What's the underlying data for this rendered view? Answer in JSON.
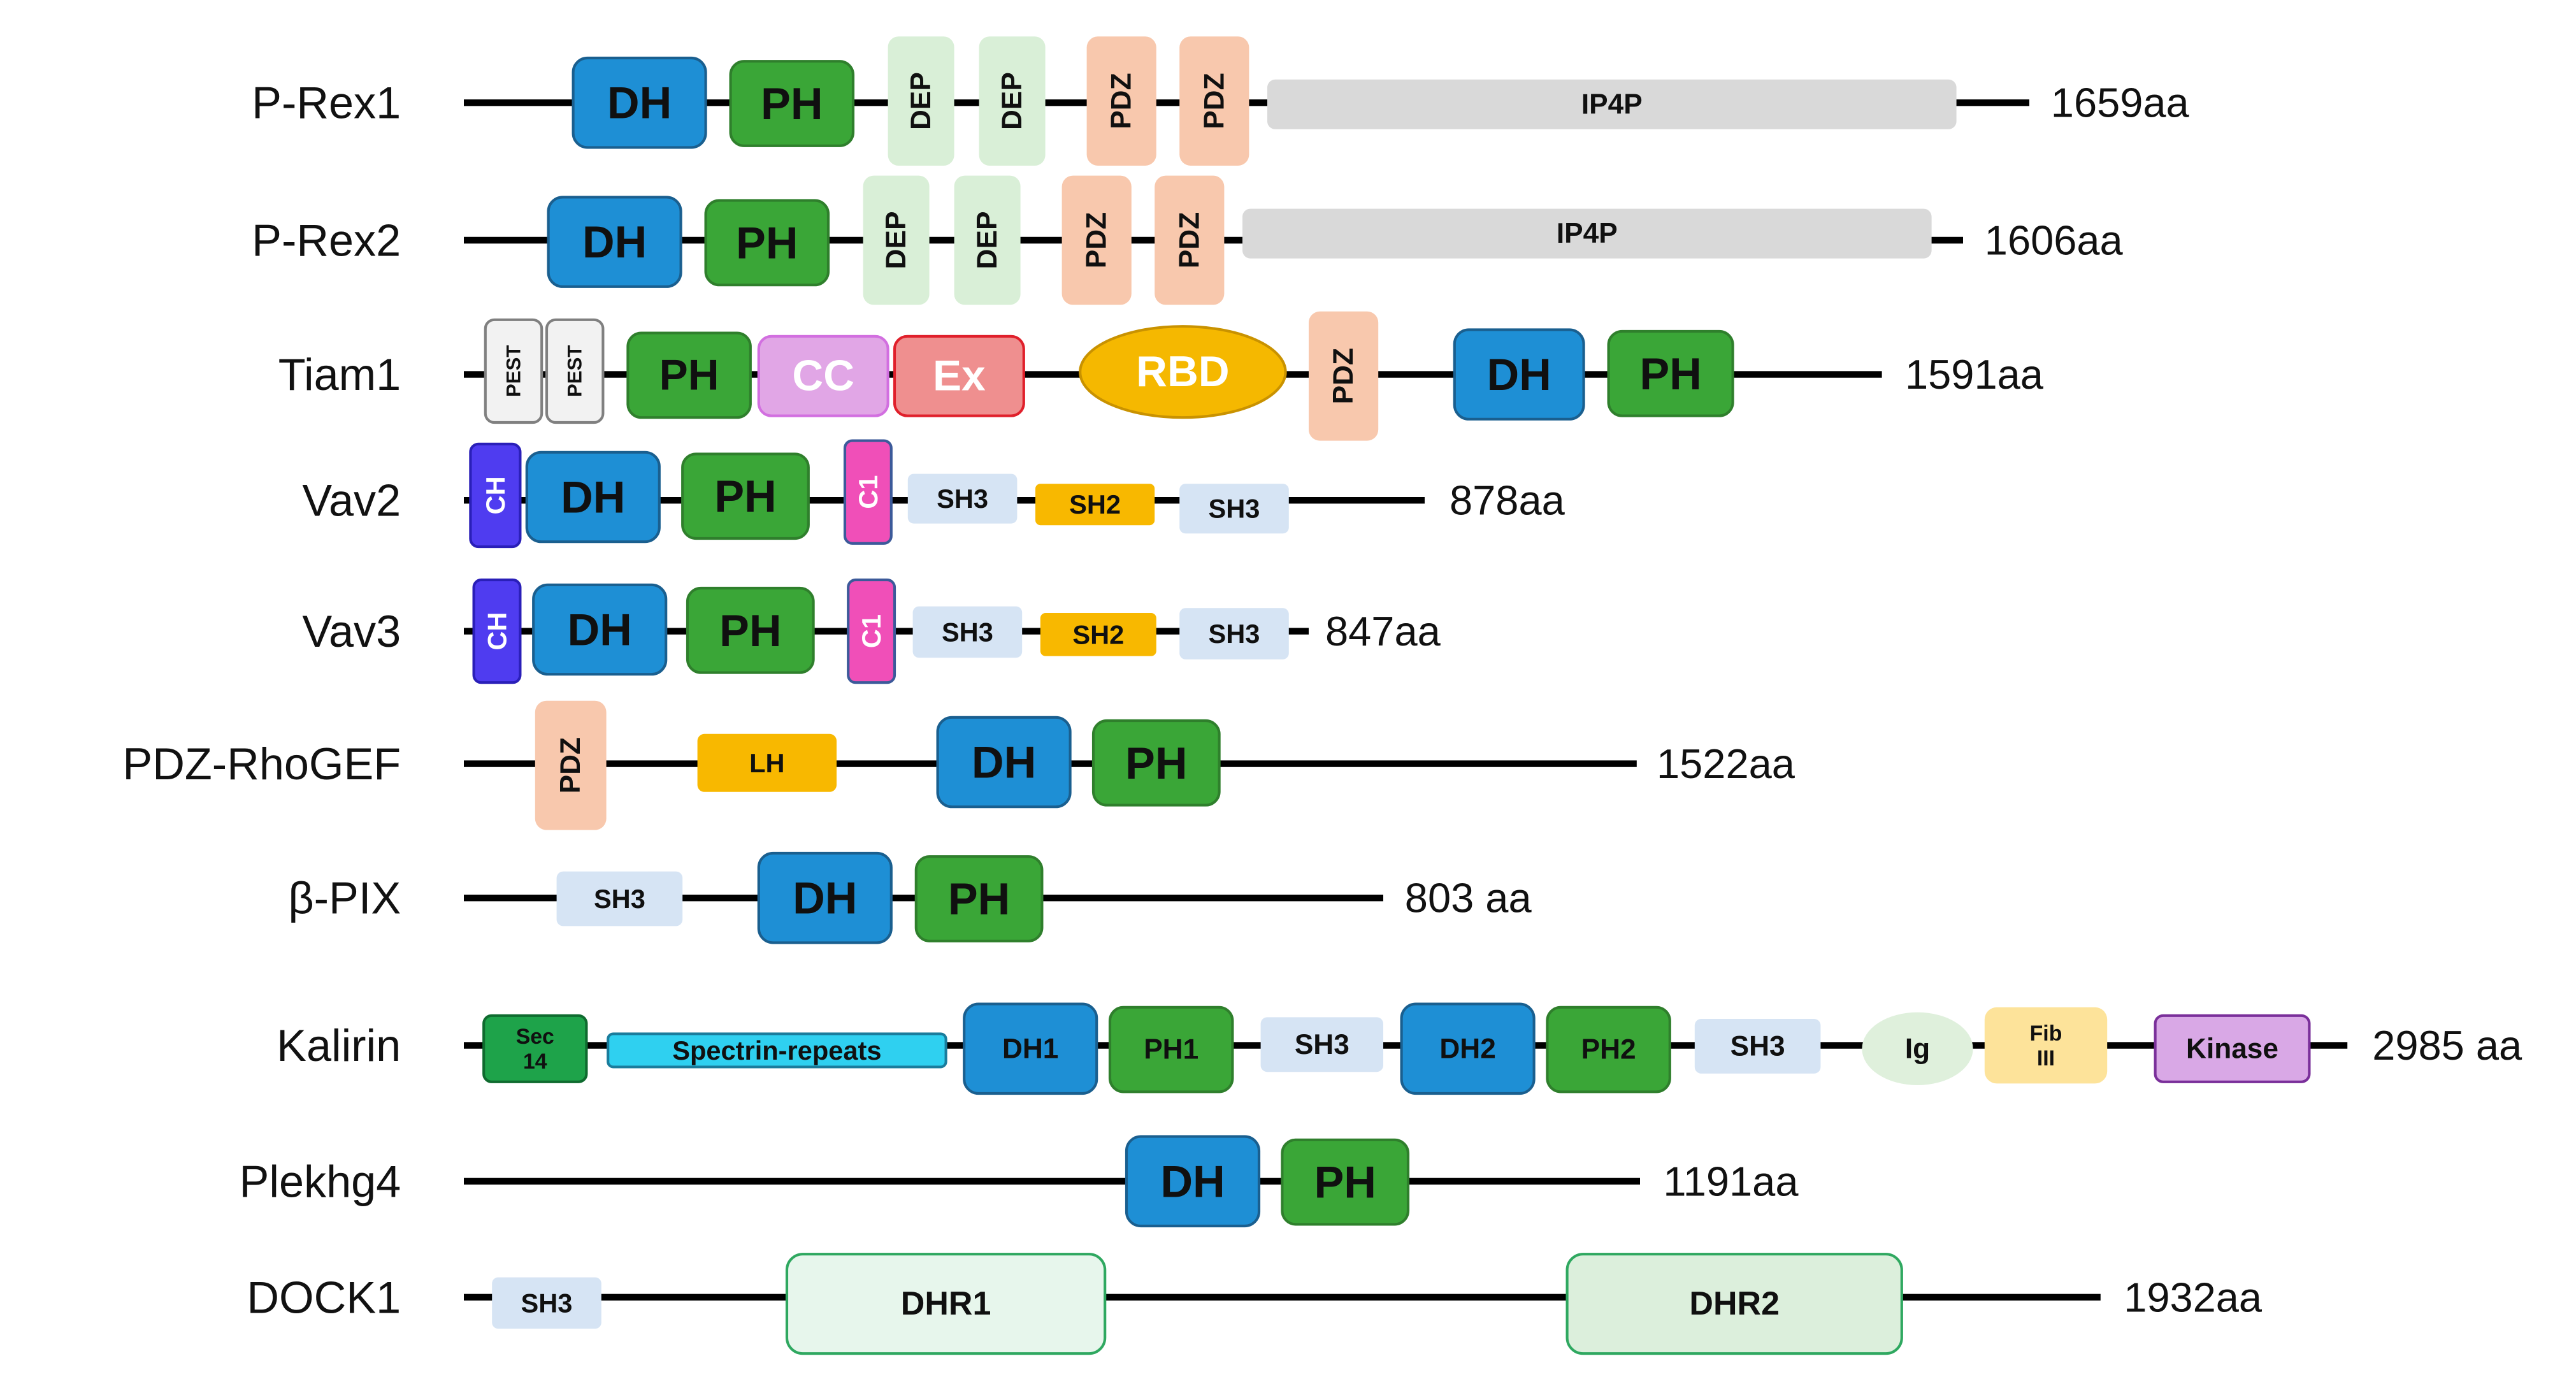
{
  "palette": {
    "DH": {
      "fill": "#1e8fd5",
      "stroke": "#1a5f8f",
      "text": "#101010"
    },
    "PH": {
      "fill": "#3aa637",
      "stroke": "#2f7f2c",
      "text": "#101010"
    },
    "DEP": {
      "fill": "#d9efd7",
      "stroke": "#d9efd7",
      "text": "#101010"
    },
    "PDZ": {
      "fill": "#f8c8ad",
      "stroke": "#f8c8ad",
      "text": "#101010"
    },
    "IP4P": {
      "fill": "#d9d9d9",
      "stroke": "#d9d9d9",
      "text": "#101010"
    },
    "PEST": {
      "fill": "#f2f2f2",
      "stroke": "#808080",
      "text": "#101010"
    },
    "CC": {
      "fill": "#e1a6e6",
      "stroke": "#d26fe0",
      "text": "#ffffff"
    },
    "Ex": {
      "fill": "#ef8f8f",
      "stroke": "#e0202b",
      "text": "#ffffff"
    },
    "RBD": {
      "fill": "#f5b800",
      "stroke": "#c99200",
      "text": "#ffffff"
    },
    "CH": {
      "fill": "#4f3cf0",
      "stroke": "#2a1fb8",
      "text": "#ffffff"
    },
    "C1": {
      "fill": "#f04fb8",
      "stroke": "#3c5a9a",
      "text": "#ffffff"
    },
    "SH3": {
      "fill": "#d6e4f4",
      "stroke": "#d6e4f4",
      "text": "#101010"
    },
    "SH2": {
      "fill": "#f8b800",
      "stroke": "#f8b800",
      "text": "#101010"
    },
    "LH": {
      "fill": "#f8b800",
      "stroke": "#f8b800",
      "text": "#101010"
    },
    "Sec14": {
      "fill": "#1ea34a",
      "stroke": "#0f6b2f",
      "text": "#101010"
    },
    "Spectrin": {
      "fill": "#2fd0f0",
      "stroke": "#1a7c9c",
      "text": "#101010"
    },
    "Ig": {
      "fill": "#dff0dc",
      "stroke": "#dff0dc",
      "text": "#101010"
    },
    "FibIII": {
      "fill": "#fde39a",
      "stroke": "#fde39a",
      "text": "#101010"
    },
    "Kinase": {
      "fill": "#d9a8e6",
      "stroke": "#7a2f9a",
      "text": "#101010"
    },
    "DHR": {
      "fill": "#e7f6ec",
      "stroke": "#2fa860",
      "text": "#101010"
    },
    "DHR2": {
      "fill": "#dcefdc",
      "stroke": "#2fa860",
      "text": "#101010"
    }
  },
  "proteins": [
    {
      "name": "P-Rex1",
      "length": "1659aa",
      "domains": [
        {
          "label": "DH",
          "type": "DH"
        },
        {
          "label": "PH",
          "type": "PH"
        },
        {
          "label": "DEP",
          "type": "DEP"
        },
        {
          "label": "DEP",
          "type": "DEP"
        },
        {
          "label": "PDZ",
          "type": "PDZ"
        },
        {
          "label": "PDZ",
          "type": "PDZ"
        },
        {
          "label": "IP4P",
          "type": "IP4P"
        }
      ]
    },
    {
      "name": "P-Rex2",
      "length": "1606aa",
      "domains": [
        {
          "label": "DH",
          "type": "DH"
        },
        {
          "label": "PH",
          "type": "PH"
        },
        {
          "label": "DEP",
          "type": "DEP"
        },
        {
          "label": "DEP",
          "type": "DEP"
        },
        {
          "label": "PDZ",
          "type": "PDZ"
        },
        {
          "label": "PDZ",
          "type": "PDZ"
        },
        {
          "label": "IP4P",
          "type": "IP4P"
        }
      ]
    },
    {
      "name": "Tiam1",
      "length": "1591aa",
      "domains": [
        {
          "label": "PEST",
          "type": "PEST"
        },
        {
          "label": "PEST",
          "type": "PEST"
        },
        {
          "label": "PH",
          "type": "PH"
        },
        {
          "label": "CC",
          "type": "CC"
        },
        {
          "label": "Ex",
          "type": "Ex"
        },
        {
          "label": "RBD",
          "type": "RBD"
        },
        {
          "label": "PDZ",
          "type": "PDZ"
        },
        {
          "label": "DH",
          "type": "DH"
        },
        {
          "label": "PH",
          "type": "PH"
        }
      ]
    },
    {
      "name": "Vav2",
      "length": "878aa",
      "domains": [
        {
          "label": "CH",
          "type": "CH"
        },
        {
          "label": "DH",
          "type": "DH"
        },
        {
          "label": "PH",
          "type": "PH"
        },
        {
          "label": "C1",
          "type": "C1"
        },
        {
          "label": "SH3",
          "type": "SH3"
        },
        {
          "label": "SH2",
          "type": "SH2"
        },
        {
          "label": "SH3",
          "type": "SH3"
        }
      ]
    },
    {
      "name": "Vav3",
      "length": "847aa",
      "domains": [
        {
          "label": "CH",
          "type": "CH"
        },
        {
          "label": "DH",
          "type": "DH"
        },
        {
          "label": "PH",
          "type": "PH"
        },
        {
          "label": "C1",
          "type": "C1"
        },
        {
          "label": "SH3",
          "type": "SH3"
        },
        {
          "label": "SH2",
          "type": "SH2"
        },
        {
          "label": "SH3",
          "type": "SH3"
        }
      ]
    },
    {
      "name": "PDZ-RhoGEF",
      "length": "1522aa",
      "domains": [
        {
          "label": "PDZ",
          "type": "PDZ"
        },
        {
          "label": "LH",
          "type": "LH"
        },
        {
          "label": "DH",
          "type": "DH"
        },
        {
          "label": "PH",
          "type": "PH"
        }
      ]
    },
    {
      "name": "β-PIX",
      "length": "803 aa",
      "domains": [
        {
          "label": "SH3",
          "type": "SH3"
        },
        {
          "label": "DH",
          "type": "DH"
        },
        {
          "label": "PH",
          "type": "PH"
        }
      ]
    },
    {
      "name": "Kalirin",
      "length": "2985 aa",
      "domains": [
        {
          "label": "Sec",
          "label2": "14",
          "type": "Sec14"
        },
        {
          "label": "Spectrin-repeats",
          "type": "Spectrin"
        },
        {
          "label": "DH1",
          "type": "DH"
        },
        {
          "label": "PH1",
          "type": "PH"
        },
        {
          "label": "SH3",
          "type": "SH3"
        },
        {
          "label": "DH2",
          "type": "DH"
        },
        {
          "label": "PH2",
          "type": "PH"
        },
        {
          "label": "SH3",
          "type": "SH3"
        },
        {
          "label": "Ig",
          "type": "Ig"
        },
        {
          "label": "Fib",
          "label2": "III",
          "type": "FibIII"
        },
        {
          "label": "Kinase",
          "type": "Kinase"
        }
      ]
    },
    {
      "name": "Plekhg4",
      "length": "1191aa",
      "domains": [
        {
          "label": "DH",
          "type": "DH"
        },
        {
          "label": "PH",
          "type": "PH"
        }
      ]
    },
    {
      "name": "DOCK1",
      "length": "1932aa",
      "domains": [
        {
          "label": "SH3",
          "type": "SH3"
        },
        {
          "label": "DHR1",
          "type": "DHR"
        },
        {
          "label": "DHR2",
          "type": "DHR2"
        }
      ]
    }
  ]
}
